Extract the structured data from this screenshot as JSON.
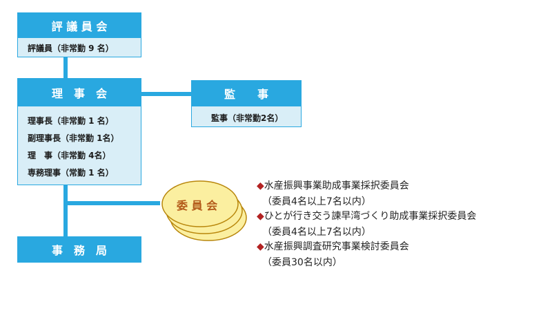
{
  "council": {
    "title": "評 議 員 会",
    "members": "評議員（非常勤 9 名）"
  },
  "board": {
    "title": "理　事　会",
    "members": [
      "理事長（非常勤 1 名）",
      "副理事長（非常勤 1名）",
      "理　事（非常勤 4名）",
      "専務理事（常勤 1 名）"
    ]
  },
  "auditor": {
    "title": "監　　事",
    "members": "監事（非常勤2名）"
  },
  "secretariat": {
    "title": "事　務　局"
  },
  "committee_disc": {
    "label": "委 員 会"
  },
  "committees": [
    {
      "bullet": "◆",
      "name": "水産振興事業助成事業採択委員会",
      "detail": "（委員4名以上7名以内）"
    },
    {
      "bullet": "◆",
      "name": "ひとが行き交う諫早湾づくり助成事業採択委員会",
      "detail": "（委員4名以上7名以内）"
    },
    {
      "bullet": "◆",
      "name": "水産振興調査研究事業検討委員会",
      "detail": "（委員30名以内）"
    }
  ],
  "colors": {
    "header_blue": "#29a8e0",
    "body_light_blue": "#d9eef7",
    "disc_fill": "#fbefa0",
    "disc_stroke": "#b8860b",
    "bullet_red": "#b22222"
  }
}
